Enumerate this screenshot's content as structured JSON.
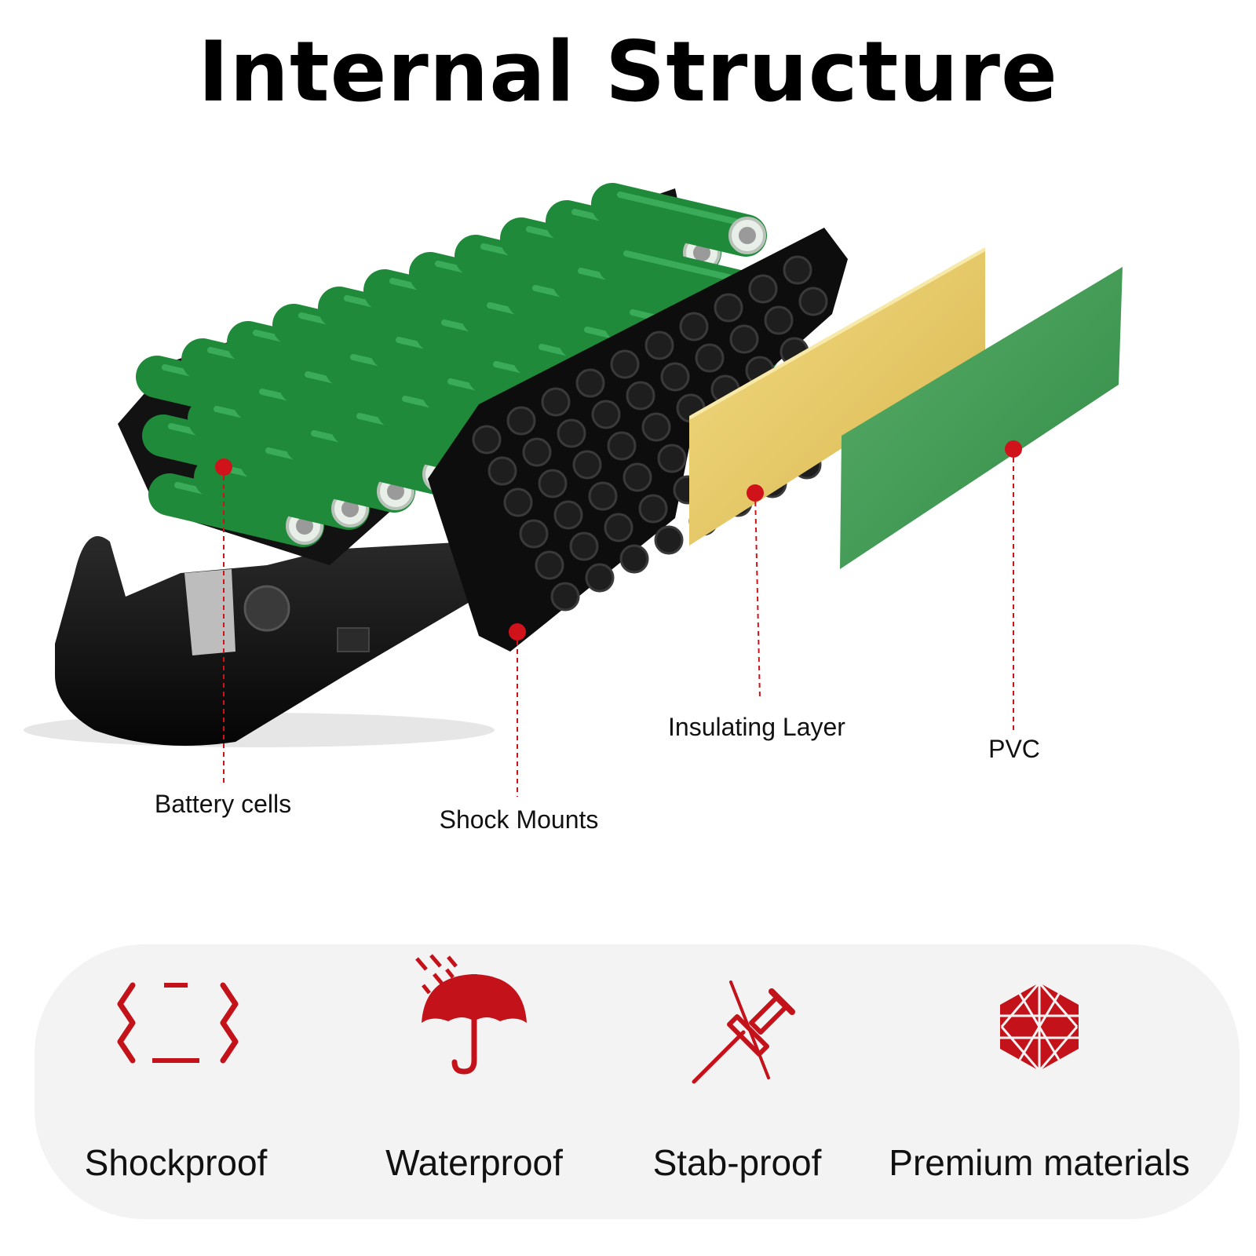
{
  "title": "Internal Structure",
  "callouts": {
    "battery_cells": "Battery cells",
    "shock_mounts": "Shock Mounts",
    "insulating_layer": "Insulating Layer",
    "pvc": "PVC"
  },
  "features": [
    {
      "label": "Shockproof",
      "icon": "shockproof-icon"
    },
    {
      "label": "Waterproof",
      "icon": "umbrella-icon"
    },
    {
      "label": "Stab-proof",
      "icon": "pushpin-icon"
    },
    {
      "label": "Premium materials",
      "icon": "hexagon-mesh-icon"
    }
  ],
  "colors": {
    "accent": "#d0121b",
    "cell_green": "#1f8a3a",
    "insulating_yellow": "#e9cd6a",
    "pvc_green": "#4e9d5c",
    "casing_black": "#141414",
    "panel_bg": "#f3f3f3"
  }
}
